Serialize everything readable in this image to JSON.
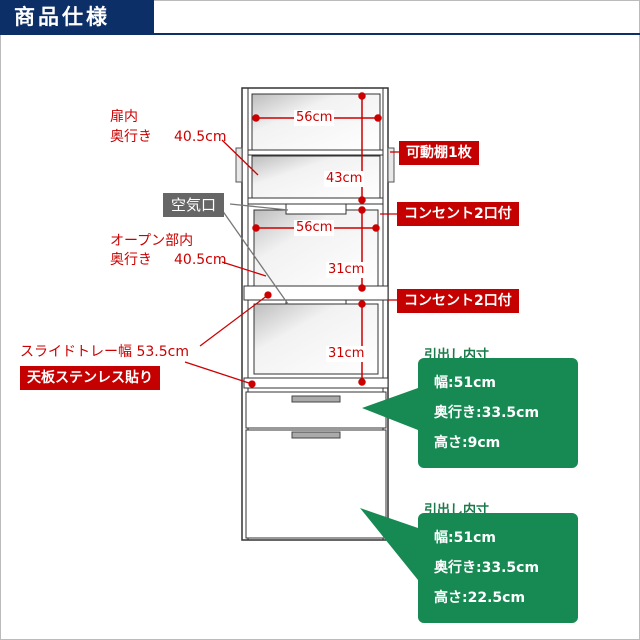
{
  "title": "商品仕様",
  "labels": {
    "door_depth_line1": "扉内",
    "door_depth_line2": "奥行き",
    "door_depth_value": "40.5cm",
    "oven_depth_line1": "オープン部内",
    "oven_depth_line2": "奥行き",
    "oven_depth_value": "40.5cm",
    "slide_tray_width": "スライドトレー幅 53.5cm",
    "top_width": "56cm",
    "mid_width": "56cm",
    "h_upper": "43cm",
    "h_mid": "31cm",
    "h_lower": "31cm"
  },
  "tags": {
    "shelf": "可動棚1枚",
    "outlet1": "コンセント2口付",
    "outlet2": "コンセント2口付",
    "stainless": "天板ステンレス貼り",
    "vent": "空気口"
  },
  "drawer1": {
    "title": "引出し内寸",
    "width": "幅:51cm",
    "depth": "奥行き:33.5cm",
    "height": "高さ:9cm"
  },
  "drawer2": {
    "title": "引出し内寸",
    "width": "幅:51cm",
    "depth": "奥行き:33.5cm",
    "height": "高さ:22.5cm"
  },
  "colors": {
    "navy": "#0c2f68",
    "red": "#c40000",
    "green": "#168a52",
    "gray": "#666666"
  }
}
